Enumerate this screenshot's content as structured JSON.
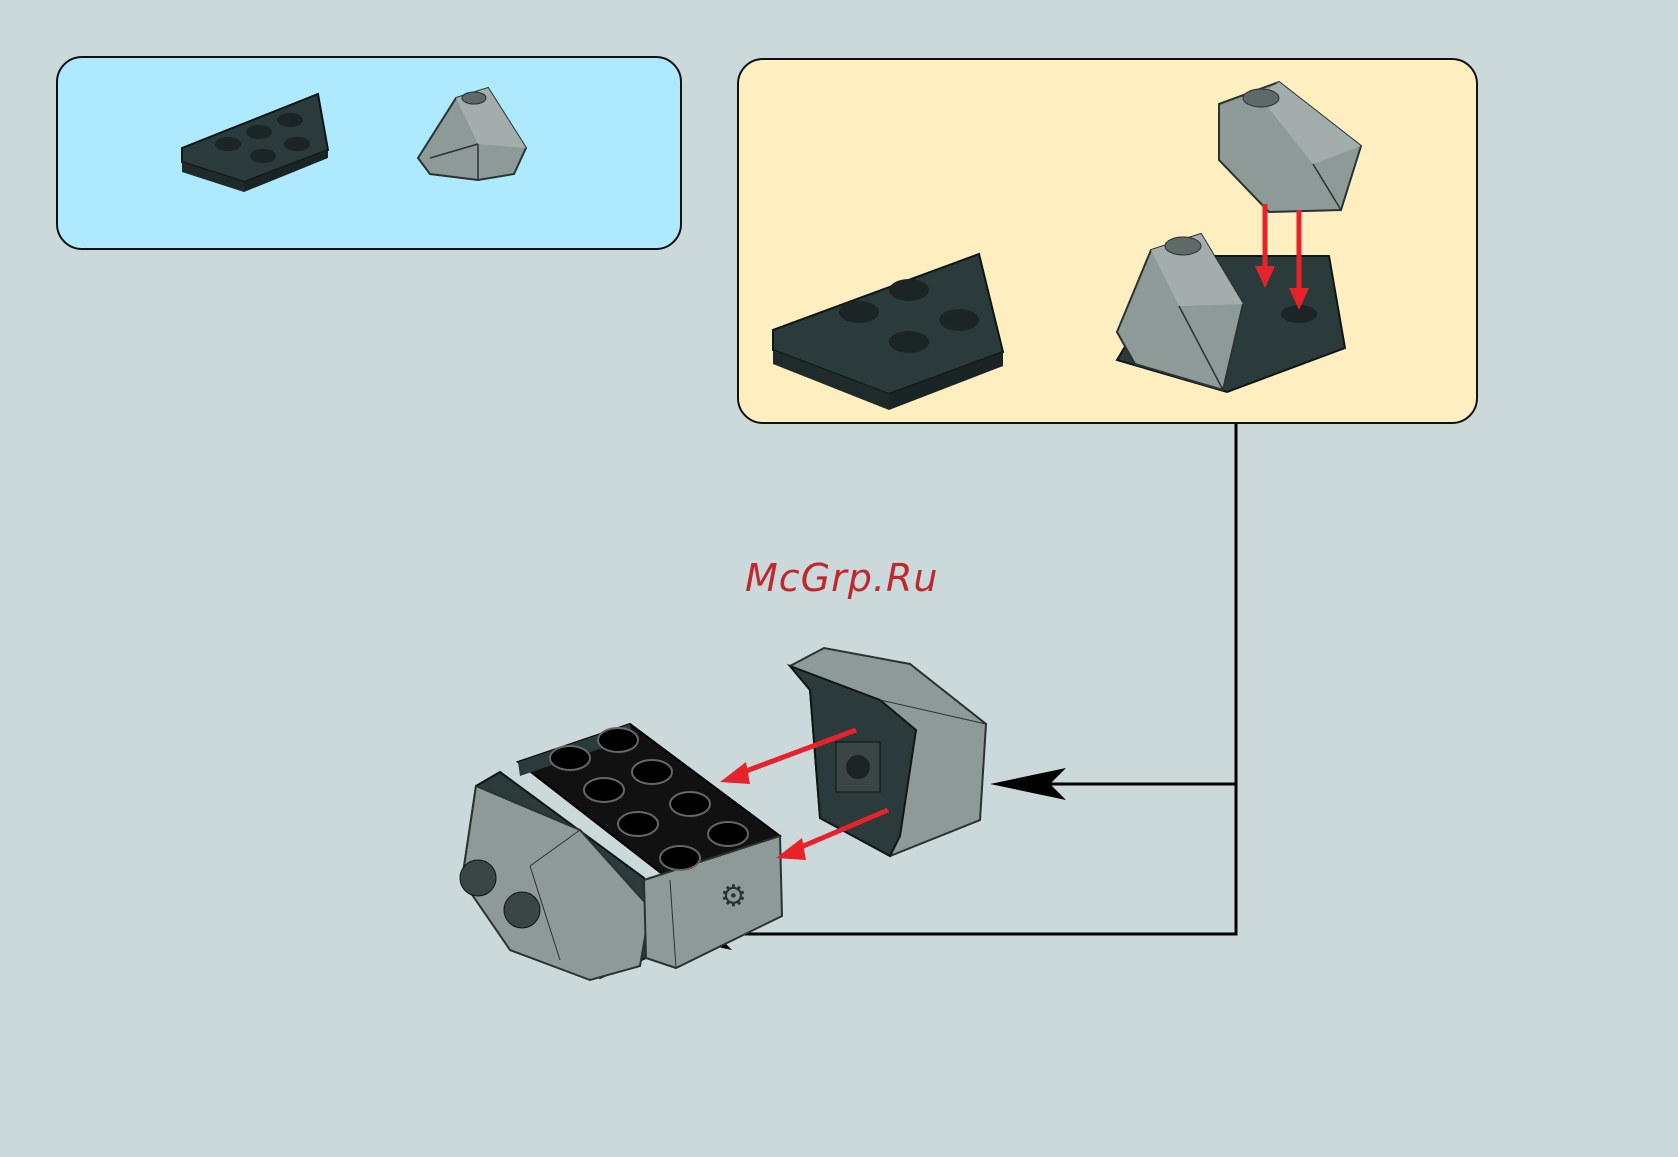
{
  "watermark": {
    "text": "McGrp.Ru"
  },
  "colors": {
    "background": "#cbd9da",
    "parts_panel": "#aeeaff",
    "subassembly_panel": "#ffefc0",
    "dark_brick": "#2b3a3a",
    "light_gray_brick": "#8e9a98",
    "arrow_red": "#e8222b",
    "guide_line": "#000000"
  },
  "parts_list": [
    {
      "name": "wedge-plate-2x3",
      "color": "dark-bluish-gray"
    },
    {
      "name": "slope-corner-2x2",
      "color": "light-gray"
    }
  ],
  "subassembly": [
    {
      "name": "wedge-plate-2x3",
      "color": "dark-bluish-gray"
    },
    {
      "name": "slope-corner-2x2",
      "color": "light-gray"
    }
  ]
}
